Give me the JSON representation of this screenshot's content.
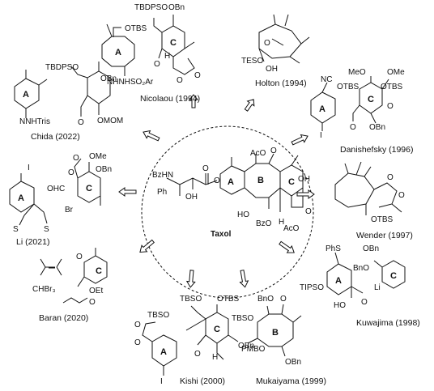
{
  "center": {
    "name": "Taxol",
    "rings": [
      "A",
      "B",
      "C"
    ],
    "groups": [
      "BzHN",
      "Ph",
      "OH",
      "O",
      "AcO",
      "HO",
      "BzO",
      "H",
      "OH",
      "O",
      "O",
      "AcO",
      "O"
    ]
  },
  "routes": [
    {
      "citation": "Nicolaou (1994)",
      "rings": [
        "A",
        "C"
      ],
      "groups": [
        "TBDPSO",
        "OBn",
        "OTBS",
        "NHNHSO₂Ar",
        "O",
        "H",
        "O",
        "O"
      ]
    },
    {
      "citation": "Holton (1994)",
      "rings": [],
      "groups": [
        "TESO",
        "OH",
        "O"
      ]
    },
    {
      "citation": "Chida (2022)",
      "rings": [
        "A"
      ],
      "groups": [
        "TBDPSO",
        "OBn",
        "NNHTris",
        "O",
        "OMOM"
      ]
    },
    {
      "citation": "Danishefsky (1996)",
      "rings": [
        "A",
        "C"
      ],
      "groups": [
        "MeO",
        "OMe",
        "NC",
        "OTBS",
        "OTBS",
        "I",
        "O",
        "O",
        "OBn"
      ]
    },
    {
      "citation": "Li (2021)",
      "rings": [
        "A",
        "C"
      ],
      "groups": [
        "I",
        "O",
        "OMe",
        "OHC",
        "O",
        "OBn",
        "Br",
        "S",
        "S"
      ]
    },
    {
      "citation": "Wender (1997)",
      "rings": [],
      "groups": [
        "O",
        "O",
        "OTBS"
      ]
    },
    {
      "citation": "Baran (2020)",
      "rings": [
        "C"
      ],
      "groups": [
        "O",
        "CHBr₃",
        "OEt",
        "O"
      ]
    },
    {
      "citation": "Kuwajima (1998)",
      "rings": [
        "A",
        "C"
      ],
      "groups": [
        "PhS",
        "OBn",
        "TIPSO",
        "BnO",
        "Li",
        "HO",
        "O"
      ]
    },
    {
      "citation": "Kishi (2000)",
      "rings": [
        "A",
        "C"
      ],
      "groups": [
        "TBSO",
        "OTBS",
        "TBSO",
        "O",
        "O",
        "O",
        "H",
        "OBn",
        "I"
      ]
    },
    {
      "citation": "Mukaiyama (1999)",
      "rings": [
        "B"
      ],
      "groups": [
        "BnO",
        "O",
        "TBSO",
        "PMBO",
        "OBn"
      ]
    }
  ]
}
